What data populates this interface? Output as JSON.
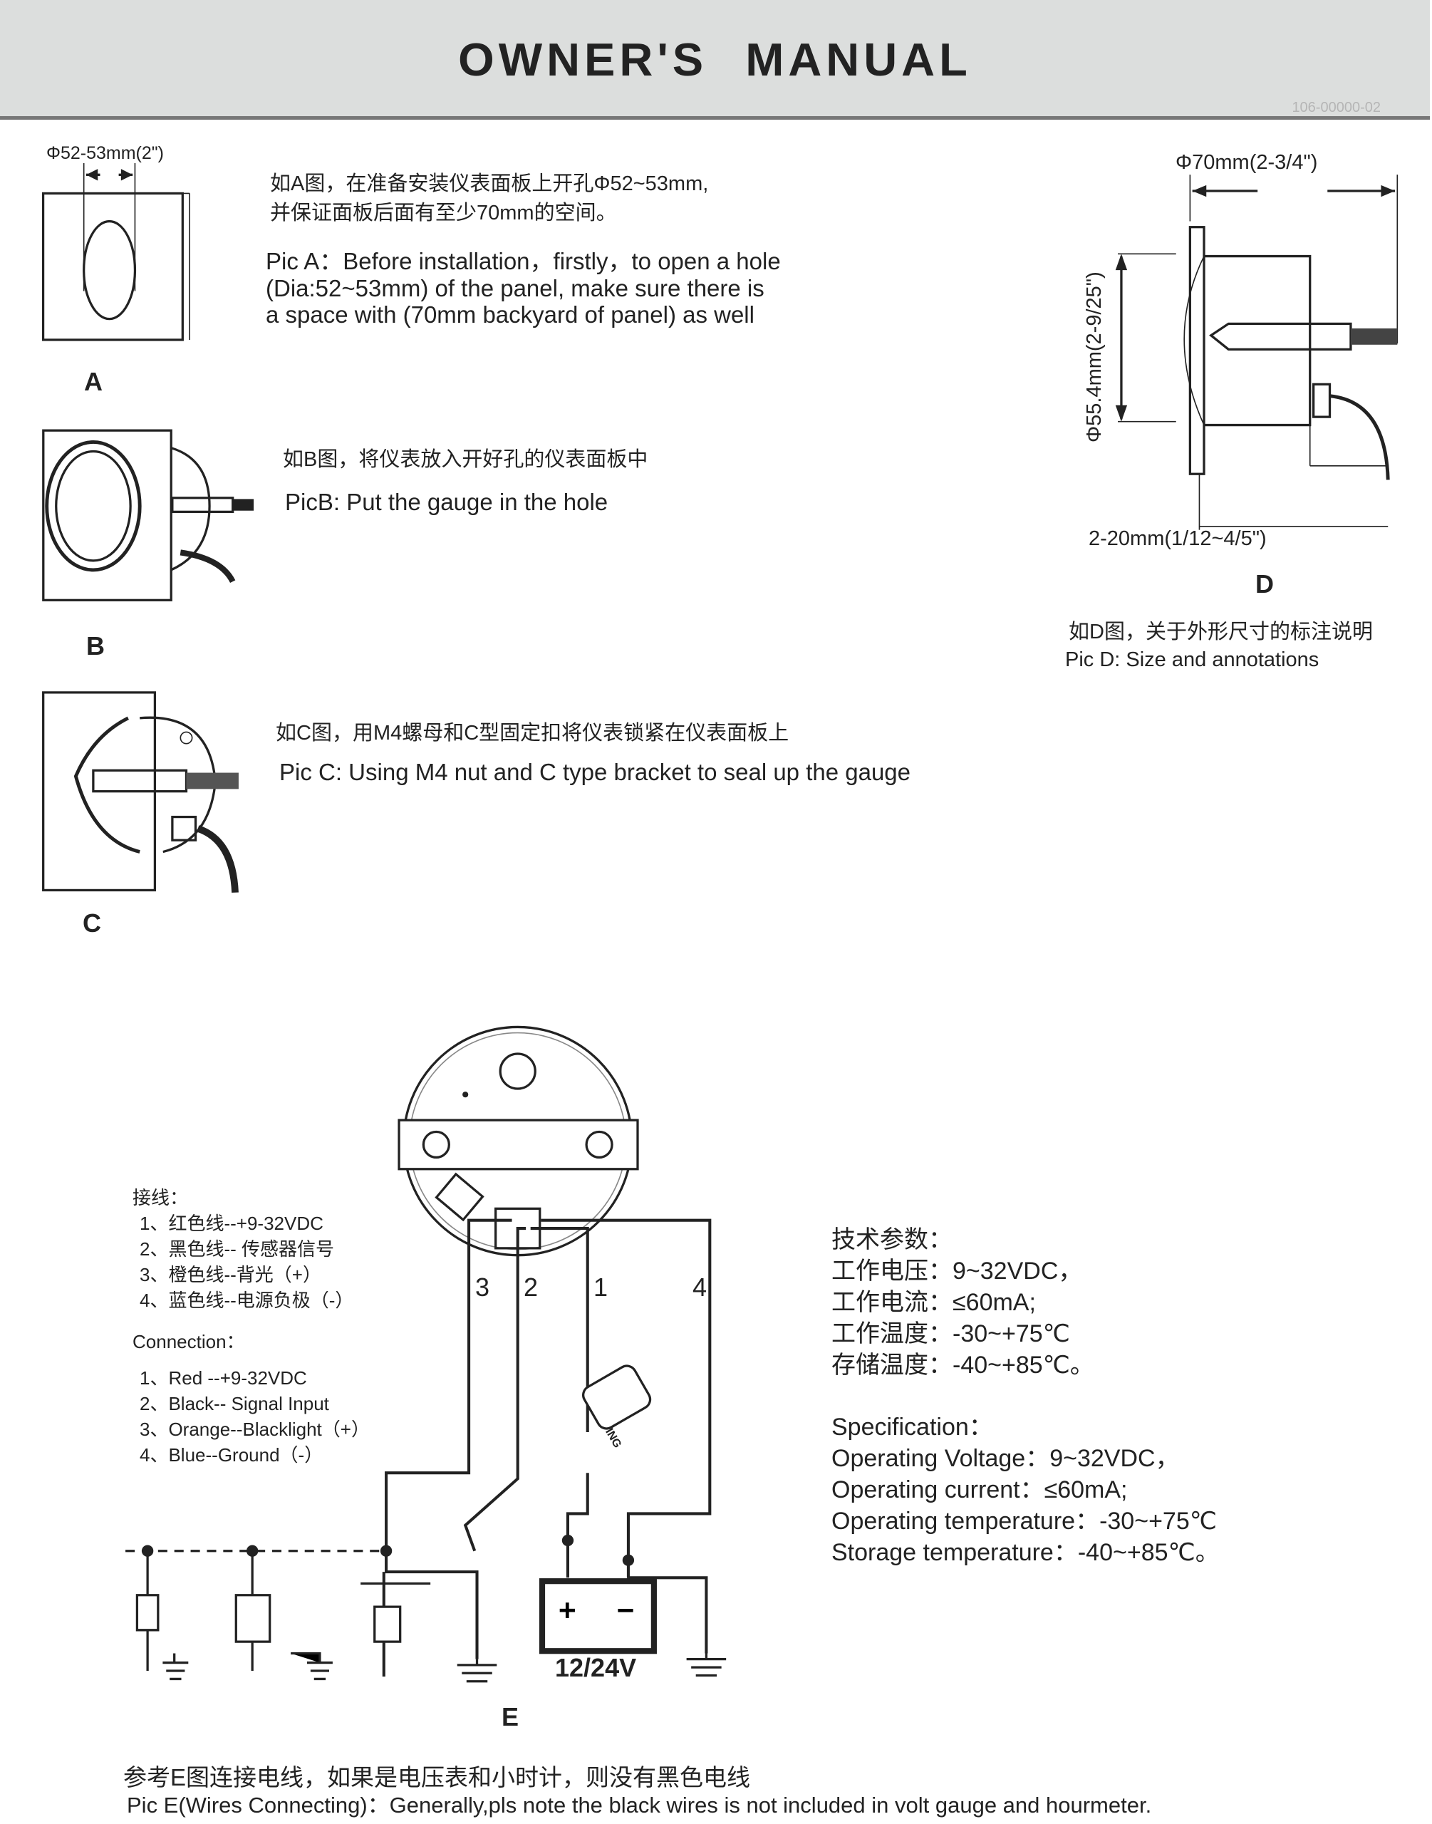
{
  "header": {
    "title": "OWNER'S  MANUAL",
    "doc_number": "106-00000-02"
  },
  "pic_a": {
    "dimension": "Φ52-53mm(2\")",
    "label": "A",
    "cn_lines": [
      "如A图，在准备安装仪表面板上开孔Φ52~53mm,",
      "并保证面板后面有至少70mm的空间。"
    ],
    "en_lines": [
      "Pic A：Before installation，firstly，to open a hole",
      "(Dia:52~53mm) of the panel, make sure there is",
      "a space with (70mm backyard of panel)  as well"
    ]
  },
  "pic_b": {
    "label": "B",
    "cn": "如B图，将仪表放入开好孔的仪表面板中",
    "en": "PicB: Put the gauge in the hole"
  },
  "pic_c": {
    "label": "C",
    "cn": "如C图，用M4螺母和C型固定扣将仪表锁紧在仪表面板上",
    "en": "Pic C: Using M4 nut and C type bracket to seal up the gauge"
  },
  "pic_d": {
    "label": "D",
    "dim_width": "Φ70mm(2-3/4\")",
    "dim_height": "Φ55.4mm(2-9/25\")",
    "dim_depth": "2-20mm(1/12~4/5\")",
    "cn": "如D图，关于外形尺寸的标注说明",
    "en": "Pic D: Size and annotations"
  },
  "pic_e": {
    "label": "E",
    "wire_numbers": [
      "3",
      "2",
      "1",
      "4"
    ],
    "battery": "12/24V",
    "ignition": "ING",
    "connection_cn": {
      "title": "接线：",
      "items": [
        "1、红色线--+9-32VDC",
        "2、黑色线-- 传感器信号",
        "3、橙色线--背光（+）",
        "4、蓝色线--电源负极（-）"
      ]
    },
    "connection_en": {
      "title": "Connection：",
      "items": [
        "1、Red --+9-32VDC",
        "2、Black-- Signal  Input",
        "3、Orange--Blacklight（+）",
        "4、Blue--Ground（-）"
      ]
    },
    "spec_cn": {
      "title": "技术参数：",
      "items": [
        "工作电压：9~32VDC，",
        "工作电流：≤60mA;",
        "工作温度：-30~+75℃",
        "存储温度：-40~+85℃。"
      ]
    },
    "spec_en": {
      "title": "Specification：",
      "items": [
        "Operating Voltage：9~32VDC，",
        "Operating current：≤60mA;",
        "Operating temperature：-30~+75℃",
        "Storage temperature：-40~+85℃。"
      ]
    },
    "note_cn": "参考E图连接电线，如果是电压表和小时计，则没有黑色电线",
    "note_en": "Pic E(Wires Connecting)：Generally,pls note the black wires is not included in volt gauge and hourmeter."
  }
}
